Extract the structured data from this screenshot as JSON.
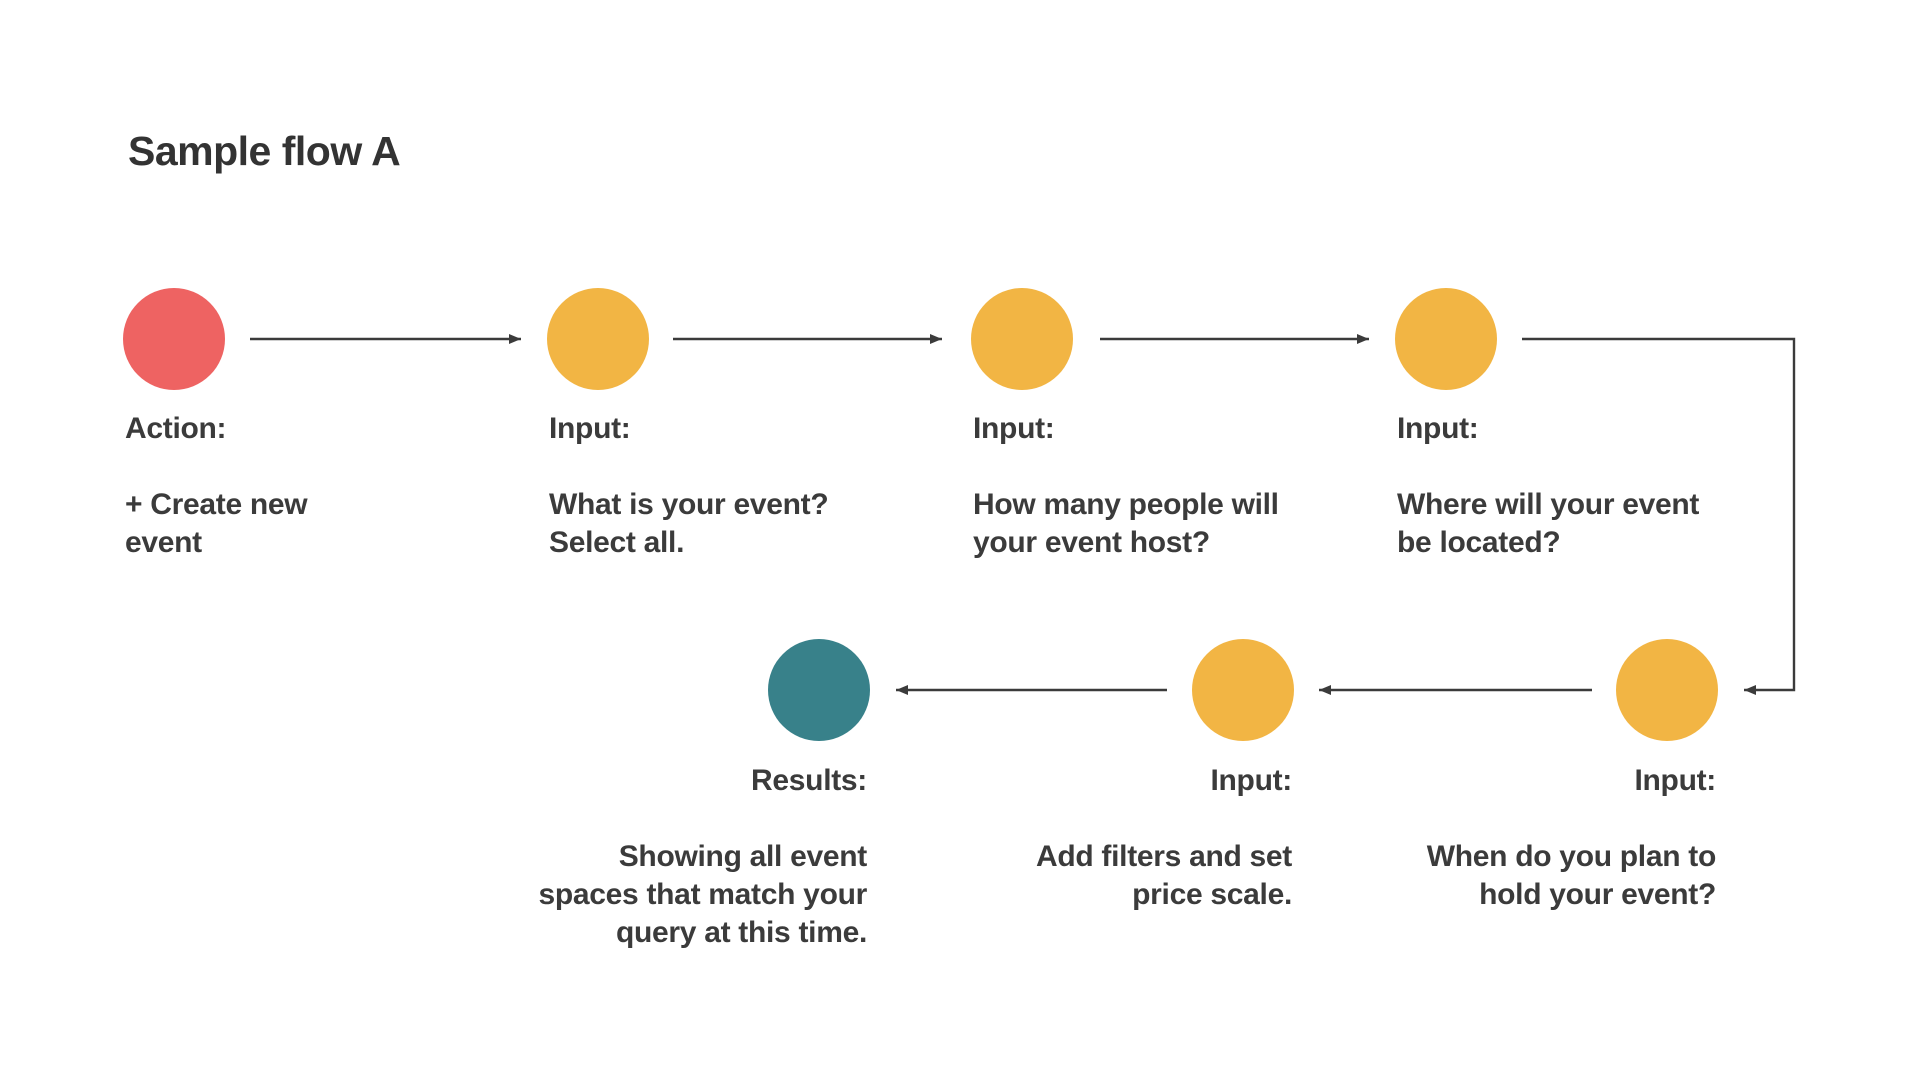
{
  "title": "Sample flow A",
  "colors": {
    "action_node": "#EE6362",
    "input_node": "#F2B544",
    "results_node": "#38818A",
    "text": "#3B3B3B",
    "arrow": "#3B3B3B",
    "background": "#FFFFFF"
  },
  "nodes": [
    {
      "label": "Action:",
      "description": "+ Create new event"
    },
    {
      "label": "Input:",
      "description": "What is your event? Select all."
    },
    {
      "label": "Input:",
      "description": "How many people will your event host?"
    },
    {
      "label": "Input:",
      "description": "Where will your event be located?"
    },
    {
      "label": "Input:",
      "description": "When do you plan to hold your event?"
    },
    {
      "label": "Input:",
      "description": "Add filters and set price scale."
    },
    {
      "label": "Results:",
      "description": "Showing all event spaces that match your query at this time."
    }
  ]
}
